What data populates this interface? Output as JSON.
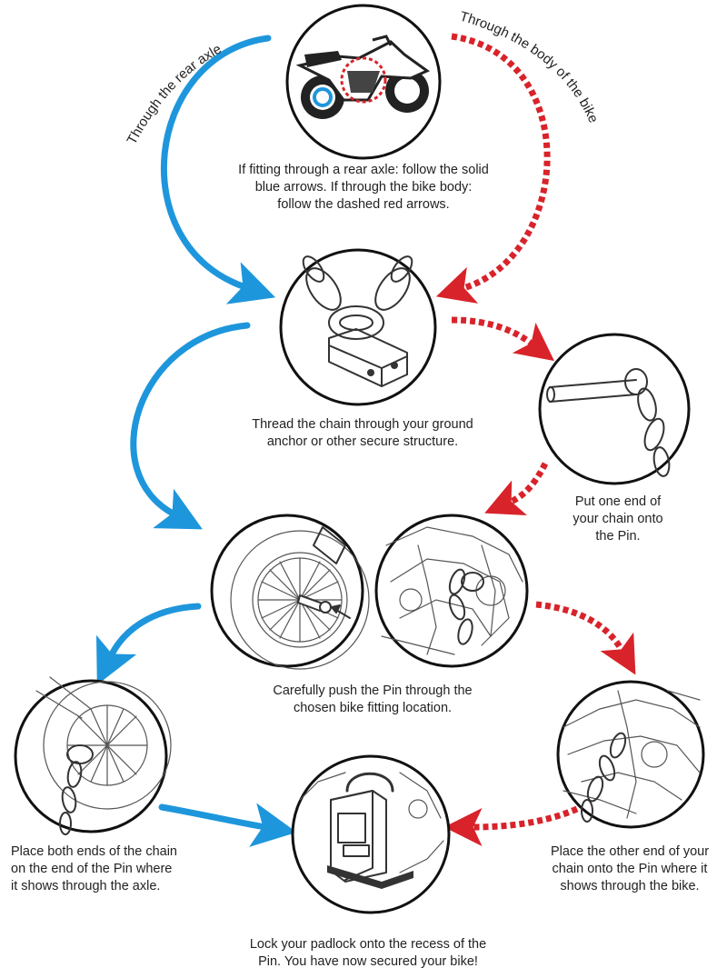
{
  "path_labels": {
    "rear_axle": "Through the rear axle",
    "bike_body": "Through the body of the bike"
  },
  "captions": {
    "intro": [
      "If fitting through a rear axle: follow the solid",
      "blue arrows. If through the bike body:",
      "follow the dashed red arrows."
    ],
    "thread": [
      "Thread the chain through your ground",
      "anchor or other secure structure."
    ],
    "pin_end": [
      "Put one end of",
      "your chain onto",
      "the Pin."
    ],
    "push_pin": [
      "Carefully push the Pin through the",
      "chosen bike fitting location."
    ],
    "both_ends": [
      "Place both ends of the chain",
      "on the end of the Pin where",
      "it shows through the axle."
    ],
    "other_end": [
      "Place the other end of your",
      "chain onto the Pin where it",
      "shows through the bike."
    ],
    "lock": [
      "Lock your padlock onto the recess of the",
      "Pin. You have now secured your bike!"
    ]
  },
  "colors": {
    "blue_arrow": "#1e96dc",
    "red_arrow": "#d8232a",
    "outline": "#111111",
    "text": "#222222"
  }
}
